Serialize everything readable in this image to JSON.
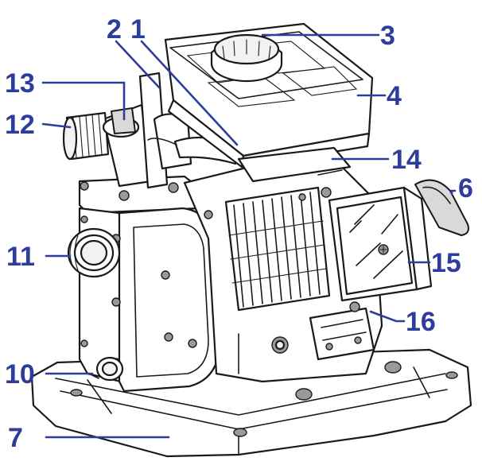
{
  "callouts": [
    {
      "id": "1",
      "label": "1"
    },
    {
      "id": "2",
      "label": "2"
    },
    {
      "id": "3",
      "label": "3"
    },
    {
      "id": "4",
      "label": "4"
    },
    {
      "id": "6",
      "label": "6"
    },
    {
      "id": "7",
      "label": "7"
    },
    {
      "id": "10",
      "label": "10"
    },
    {
      "id": "11",
      "label": "11"
    },
    {
      "id": "12",
      "label": "12"
    },
    {
      "id": "13",
      "label": "13"
    },
    {
      "id": "14",
      "label": "14"
    },
    {
      "id": "15",
      "label": "15"
    },
    {
      "id": "16",
      "label": "16"
    }
  ],
  "colors": {
    "callout": "#2d3d9c",
    "outline": "#1a1a1a"
  }
}
